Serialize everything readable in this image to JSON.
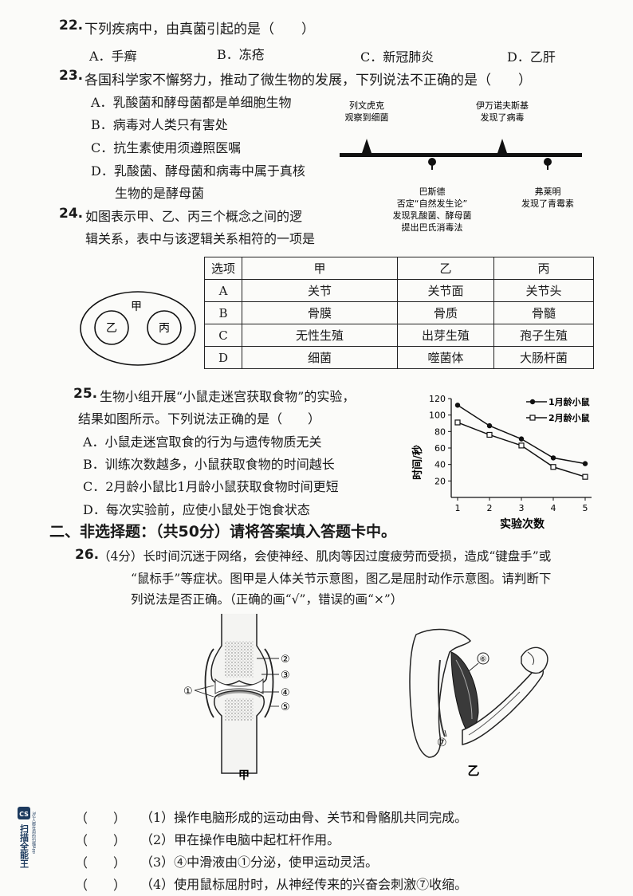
{
  "q22": {
    "num": "22.",
    "stem": "下列疾病中，由真菌引起的是（　　）",
    "options": [
      "A．手癣",
      "B．冻疮",
      "C．新冠肺炎",
      "D．乙肝"
    ]
  },
  "q23": {
    "num": "23.",
    "stem": "各国科学家不懈努力，推动了微生物的发展，下列说法不正确的是（　　）",
    "options": [
      "A．乳酸菌和酵母菌都是单细胞生物",
      "B．病毒对人类只有害处",
      "C．抗生素使用须遵照医嘱",
      "D．乳酸菌、酵母菌和病毒中属于真核",
      "生物的是酵母菌"
    ],
    "timeline": {
      "above": [
        [
          "列文虎克",
          "观察到细菌"
        ],
        [
          "伊万诺夫斯基",
          "发现了病毒"
        ]
      ],
      "below": [
        [
          "巴斯德",
          "否定“自然发生论”",
          "发现乳酸菌、酵母菌",
          "提出巴氏消毒法"
        ],
        [
          "弗莱明",
          "发现了青霉素"
        ]
      ]
    }
  },
  "q24": {
    "num": "24.",
    "stem_line1": "如图表示甲、乙、丙三个概念之间的逻",
    "stem_line2": "辑关系，表中与该逻辑关系相符的一项是",
    "venn": {
      "outer": "甲",
      "left": "乙",
      "right": "丙"
    },
    "table": {
      "headers": [
        "选项",
        "甲",
        "乙",
        "丙"
      ],
      "rows": [
        [
          "A",
          "关节",
          "关节面",
          "关节头"
        ],
        [
          "B",
          "骨膜",
          "骨质",
          "骨髓"
        ],
        [
          "C",
          "无性生殖",
          "出芽生殖",
          "孢子生殖"
        ],
        [
          "D",
          "细菌",
          "噬菌体",
          "大肠杆菌"
        ]
      ]
    }
  },
  "q25": {
    "num": "25.",
    "stem_line1": "生物小组开展“小鼠走迷宫获取食物”的实验，",
    "stem_line2": "结果如图所示。下列说法正确的是（　　）",
    "options": [
      "A．小鼠走迷宫取食的行为与遗传物质无关",
      "B．训练次数越多，小鼠获取食物的时间越长",
      "C．2月龄小鼠比1月龄小鼠获取食物时间更短",
      "D．每次实验前，应使小鼠处于饱食状态"
    ]
  },
  "chart_data": {
    "type": "line",
    "x": [
      1,
      2,
      3,
      4,
      5
    ],
    "xlabel": "实验次数",
    "ylabel": "时间/秒",
    "xticks": [
      "1",
      "2",
      "3",
      "4",
      "5"
    ],
    "yticks": [
      "20",
      "40",
      "60",
      "80",
      "100",
      "120"
    ],
    "ylim": [
      0,
      120
    ],
    "series": [
      {
        "name": "1月龄小鼠",
        "marker": "filled-circle",
        "values": [
          112,
          87,
          71,
          48,
          41
        ]
      },
      {
        "name": "2月龄小鼠",
        "marker": "open-square",
        "values": [
          91,
          76,
          63,
          37,
          25
        ]
      }
    ],
    "legend": "top-right"
  },
  "section2": {
    "title": "二、非选择题：（共50分）请将答案填入答题卡中。"
  },
  "q26": {
    "num": "26.",
    "stem_line1": "（4分）长时间沉迷于网络，会使神经、肌肉等因过度疲劳而受损，造成“键盘手”或",
    "stem_line2": "“鼠标手”等症状。图甲是人体关节示意图，图乙是屈肘动作示意图。请判断下",
    "stem_line3": "列说法是否正确。（正确的画“√”，错误的画“×”）",
    "fig_a_caption": "甲",
    "fig_b_caption": "乙",
    "fig_a_labels": [
      "①",
      "②",
      "③",
      "④",
      "⑤"
    ],
    "fig_b_labels": [
      "⑥",
      "⑦"
    ],
    "statements": [
      {
        "bracket": "（　　）",
        "text": "（1）操作电脑形成的运动由骨、关节和骨骼肌共同完成。"
      },
      {
        "bracket": "（　　）",
        "text": "（2）甲在操作电脑中起杠杆作用。"
      },
      {
        "bracket": "（　　）",
        "text": "（3）④中滑液由①分泌，使甲运动灵活。"
      },
      {
        "bracket": "（　　）",
        "text": "（4）使用鼠标屈肘时，从神经传来的兴奋会刺激⑦收缩。"
      }
    ]
  },
  "watermark": {
    "logo": "CS",
    "name": "扫描全能王",
    "sub": "3亿人都在用的扫描App"
  }
}
